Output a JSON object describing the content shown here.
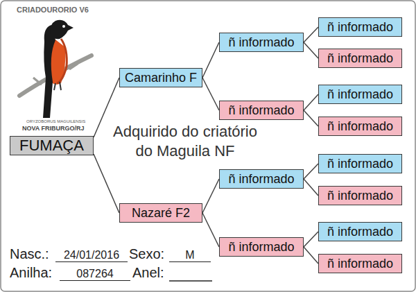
{
  "diagram": {
    "nodes": [
      {
        "text": [
          "FUMAÇA"
        ]
      },
      {
        "text": [
          "Camarinho F"
        ]
      },
      {
        "text": [
          "Nazaré F2"
        ]
      },
      {
        "text": [
          "ñ informado"
        ]
      },
      {
        "text": [
          "ñ informado"
        ]
      },
      {
        "text": [
          "ñ informado"
        ]
      },
      {
        "text": [
          "ñ informado"
        ]
      },
      {
        "text": [
          "ñ informado"
        ]
      },
      {
        "text": [
          "ñ informado"
        ]
      },
      {
        "text": [
          "ñ informado"
        ]
      },
      {
        "text": [
          "ñ informado"
        ]
      },
      {
        "text": [
          "ñ informado"
        ]
      },
      {
        "text": [
          "ñ informado"
        ]
      },
      {
        "text": [
          "ñ informado"
        ]
      },
      {
        "text": [
          "ñ informado"
        ]
      }
    ],
    "edges": [
      {
        "from": 0,
        "to": 1,
        "arrow": "none"
      },
      {
        "from": 0,
        "to": 2,
        "arrow": "none"
      },
      {
        "from": 1,
        "to": 3,
        "arrow": "none"
      },
      {
        "from": 1,
        "to": 4,
        "arrow": "none"
      },
      {
        "from": 2,
        "to": 5,
        "arrow": "none"
      },
      {
        "from": 2,
        "to": 6,
        "arrow": "none"
      },
      {
        "from": 3,
        "to": 7,
        "arrow": "none"
      },
      {
        "from": 3,
        "to": 8,
        "arrow": "none"
      },
      {
        "from": 4,
        "to": 9,
        "arrow": "none"
      },
      {
        "from": 4,
        "to": 10,
        "arrow": "none"
      },
      {
        "from": 5,
        "to": 11,
        "arrow": "none"
      },
      {
        "from": 5,
        "to": 12,
        "arrow": "none"
      },
      {
        "from": 6,
        "to": 13,
        "arrow": "none"
      },
      {
        "from": 6,
        "to": 14,
        "arrow": "none"
      }
    ],
    "labels": [
      "CRIADOURORIO V6",
      "ORYZOBORUS MAGUILENSIS",
      "NOVA FRIBURGO/RJ",
      "Adquirido do criatório do Maguila NF",
      "Nasc.:",
      "24/01/2016",
      "Sexo:",
      "M",
      "Anilha:",
      "087264",
      "Anel:"
    ]
  }
}
